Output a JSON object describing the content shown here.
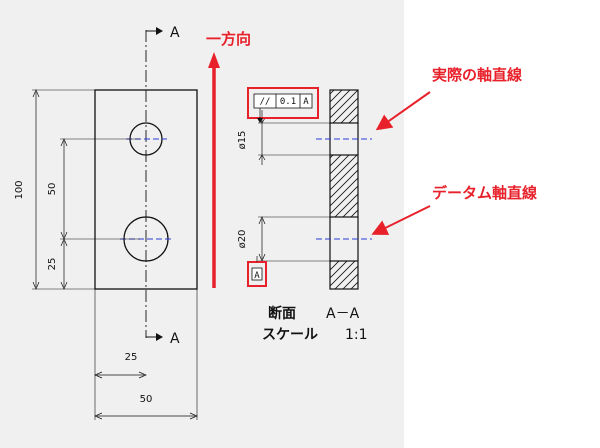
{
  "view_markers": {
    "top": "A",
    "bottom": "A"
  },
  "dimensions": {
    "height_total": "100",
    "height_between_holes": "50",
    "height_lower": "25",
    "width_to_center": "25",
    "width_total": "50",
    "dia_upper": "ø15",
    "dia_lower": "ø20"
  },
  "gdt": {
    "symbol": "//",
    "tolerance": "0.1",
    "datum": "A",
    "datum_flag": "A"
  },
  "section_title": {
    "label": "断面",
    "section_id": "A－A",
    "scale_label": "スケール",
    "scale_value": "1:1"
  },
  "annotations": {
    "direction": "一方向",
    "actual_axis": "実際の軸直線",
    "datum_axis": "データム軸直線"
  },
  "colors": {
    "accent": "#e8202a",
    "centerline": "#2a3bd6",
    "line": "#111111",
    "background": "#f0f0f0"
  }
}
